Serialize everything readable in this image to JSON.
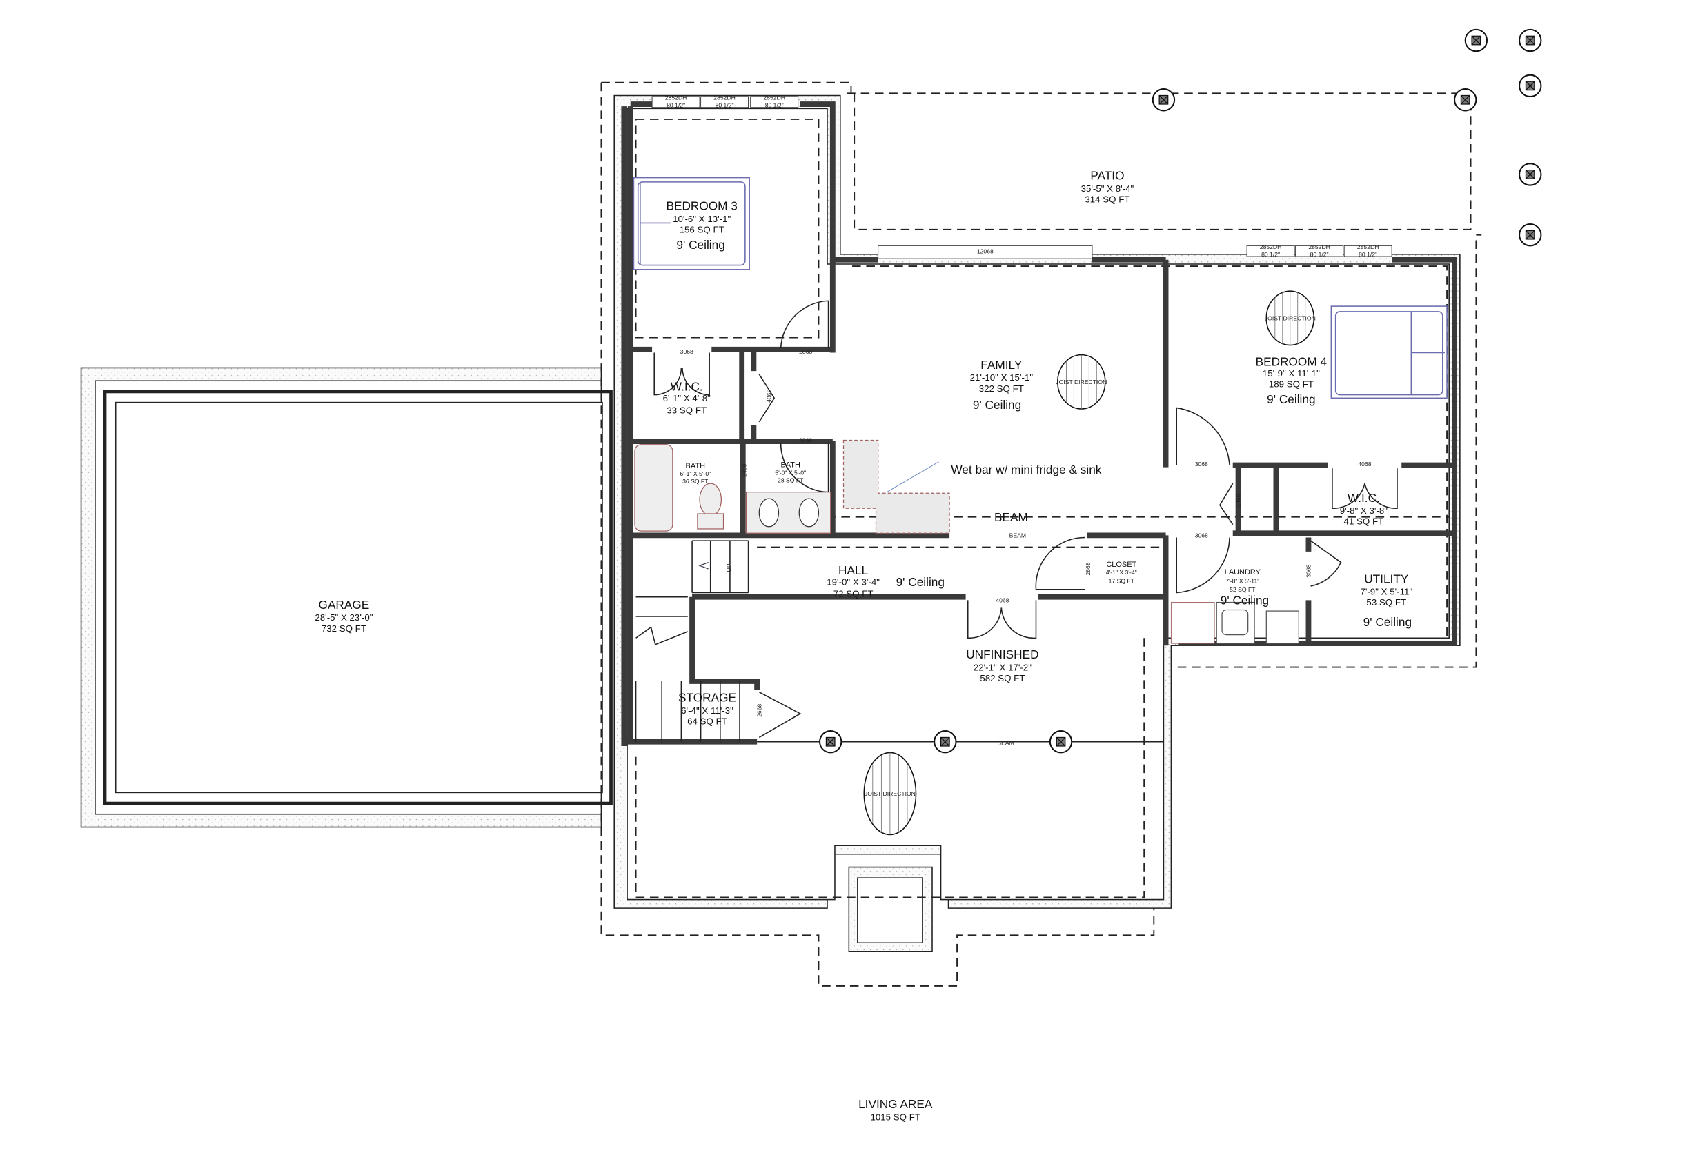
{
  "rooms": {
    "garage": {
      "name": "GARAGE",
      "dims": "28'-5\" X 23'-0\"",
      "area": "732 SQ FT"
    },
    "bedroom3": {
      "name": "BEDROOM 3",
      "dims": "10'-6\" X 13'-1\"",
      "area": "156 SQ FT",
      "ceiling": "9' Ceiling"
    },
    "patio": {
      "name": "PATIO",
      "dims": "35'-5\" X 8'-4\"",
      "area": "314 SQ FT"
    },
    "family": {
      "name": "FAMILY",
      "dims": "21'-10\" X 15'-1\"",
      "area": "322 SQ FT",
      "ceiling": "9' Ceiling"
    },
    "bedroom4": {
      "name": "BEDROOM 4",
      "dims": "15'-9\" X 11'-1\"",
      "area": "189 SQ FT",
      "ceiling": "9' Ceiling"
    },
    "wic_left": {
      "name": "W.I.C.",
      "dims": "6'-1\" X 4'-8\"",
      "area": "33 SQ FT"
    },
    "wic_right": {
      "name": "W.I.C.",
      "dims": "9'-8\" X 3'-8\"",
      "area": "41 SQ FT"
    },
    "bath1": {
      "name": "BATH",
      "dims": "6'-1\" X 5'-0\"",
      "area": "36 SQ FT"
    },
    "bath2": {
      "name": "BATH",
      "dims": "5'-0\" X 5'-0\"",
      "area": "28 SQ FT"
    },
    "hall": {
      "name": "HALL",
      "dims": "19'-0\" X 3'-4\"",
      "area": "72 SQ FT",
      "ceiling": "9' Ceiling"
    },
    "closet": {
      "name": "CLOSET",
      "dims": "4'-1\" X 3'-4\"",
      "area": "17 SQ FT"
    },
    "laundry": {
      "name": "LAUNDRY",
      "dims": "7'-8\" X 5'-11\"",
      "area": "52 SQ FT",
      "ceiling": "9' Ceiling"
    },
    "utility": {
      "name": "UTILITY",
      "dims": "7'-9\" X 5'-11\"",
      "area": "53 SQ FT",
      "ceiling": "9' Ceiling"
    },
    "unfinished": {
      "name": "UNFINISHED",
      "dims": "22'-1\" X 17'-2\"",
      "area": "582 SQ FT"
    },
    "storage": {
      "name": "STORAGE",
      "dims": "6'-4\" X 11'-3\"",
      "area": "64 SQ FT"
    }
  },
  "annotations": {
    "wet_bar": "Wet bar w/ mini fridge & sink",
    "beam_large": "BEAM",
    "beam_small": "BEAM",
    "beam_lower": "BEAM",
    "joist": "JOIST DIRECTION",
    "stair_up": "UP"
  },
  "windows": {
    "type": "2852DH",
    "size": "80 1/2\"",
    "slider": "12068"
  },
  "doors": {
    "d3068": "3068",
    "d2868": "2868",
    "d4068": "4068",
    "d2468": "2468",
    "d2668": "2668"
  },
  "summary": {
    "label": "LIVING AREA",
    "area": "1015 SQ FT"
  },
  "colors": {
    "wall": "#3a3a3a",
    "fixture": "#6c6cb0",
    "plumbing": "#a06060"
  }
}
